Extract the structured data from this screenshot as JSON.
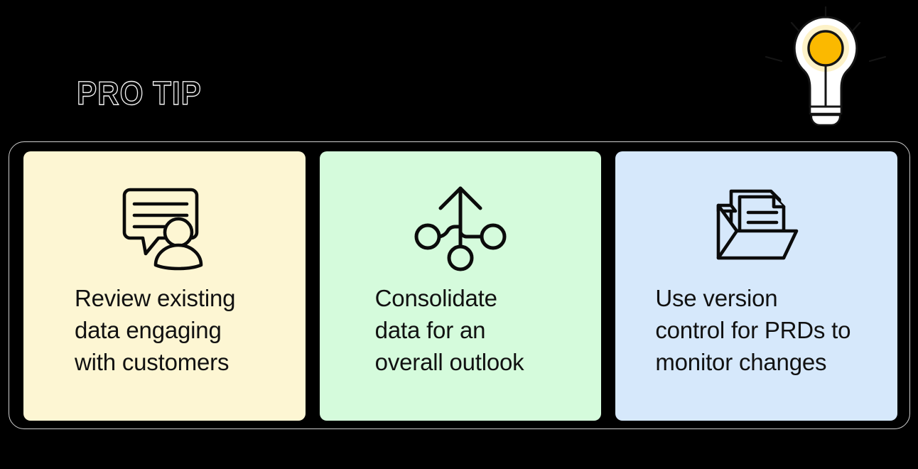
{
  "page": {
    "background_color": "#000000",
    "heading": "PRO TIP",
    "heading_outline_color": "#f2f2f2"
  },
  "bulb": {
    "icon_name": "lightbulb-icon",
    "outer_color": "#ffffff",
    "glow_color": "#fdf2c8",
    "core_color": "#fbb900",
    "stroke_color": "#111111",
    "ray_count": 5
  },
  "panel": {
    "border_color": "#cfcfcf"
  },
  "cards": [
    {
      "id": "card-review-data",
      "icon_name": "chat-bubble-person-icon",
      "background_color": "#fdf6d3",
      "text": "Review existing\ndata engaging\nwith customers"
    },
    {
      "id": "card-consolidate-data",
      "icon_name": "merge-arrow-icon",
      "background_color": "#d5fbdc",
      "text": "Consolidate\ndata for an\noverall outlook"
    },
    {
      "id": "card-version-control",
      "icon_name": "folder-documents-icon",
      "background_color": "#d6e8fb",
      "text": "Use version\ncontrol for PRDs to\nmonitor changes"
    }
  ]
}
